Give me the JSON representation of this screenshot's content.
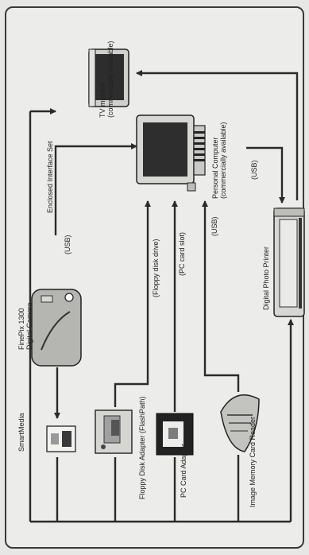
{
  "devices": {
    "camera": {
      "line1": "FinePix 1300",
      "line2": "Digital Camera",
      "icon": "digital-camera-icon"
    },
    "smartmedia": {
      "label": "SmartMedia",
      "icon": "smartmedia-card-icon"
    },
    "floppy_adapter": {
      "label": "Floppy Disk Adapter (FlashPath)",
      "icon": "floppy-disk-adapter-icon"
    },
    "pc_card_adapter": {
      "label": "PC Card Adapter",
      "icon": "pc-card-adapter-icon"
    },
    "card_reader": {
      "label": "Image Memory Card Reader",
      "icon": "card-reader-icon"
    },
    "computer": {
      "line1": "Personal Computer",
      "line2": "(commercially available)",
      "icon": "personal-computer-icon"
    },
    "tv": {
      "line1": "TV monitor",
      "line2": "(commercially available)",
      "icon": "tv-monitor-icon"
    },
    "printer": {
      "label": "Digital Photo Printer",
      "icon": "photo-printer-icon"
    }
  },
  "connections": {
    "interface_set": "Enclosed Interface Set",
    "usb_camera": "(USB)",
    "floppy_drive": "(Floppy disk drive)",
    "pc_card_slot": "(PC card slot)",
    "usb_reader": "(USB)",
    "usb_printer": "(USB)"
  }
}
